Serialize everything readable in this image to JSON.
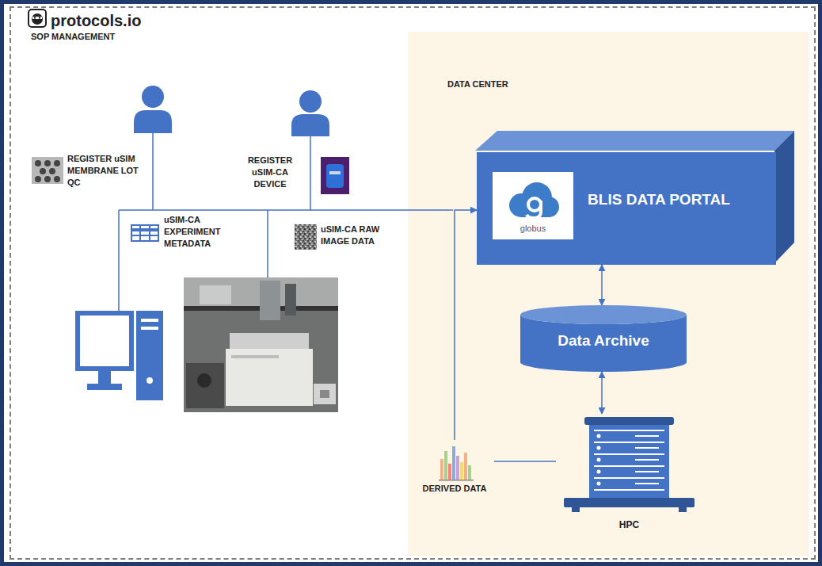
{
  "diagram": {
    "nodes": [
      {
        "text": [
          "protocols.io",
          "SOP MANAGEMENT"
        ]
      },
      {
        "text": [
          "DATA CENTER"
        ],
        "in": 0
      },
      {
        "text": [
          "BLIS DATA PORTAL"
        ],
        "in": 1
      },
      {
        "text": [
          "globus"
        ],
        "in": 2
      },
      {
        "text": [
          "Data Archive"
        ],
        "in": 1
      },
      {
        "text": [
          "HPC"
        ],
        "in": 1
      },
      {
        "text": [
          "DERIVED DATA"
        ],
        "in": 1
      }
    ],
    "edges": [
      {
        "from": 2,
        "to": 4,
        "arrow": "both"
      },
      {
        "from": 4,
        "to": 5,
        "arrow": "both"
      },
      {
        "from": 6,
        "to": 5,
        "arrow": "none"
      },
      {
        "from": 6,
        "to": 2,
        "arrow": "to"
      }
    ],
    "labels": [
      "REGISTER uSIM MEMBRANE LOT QC",
      "REGISTER uSIM-CA DEVICE",
      "uSIM-CA EXPERIMENT METADATA",
      "uSIM-CA RAW IMAGE DATA"
    ]
  }
}
